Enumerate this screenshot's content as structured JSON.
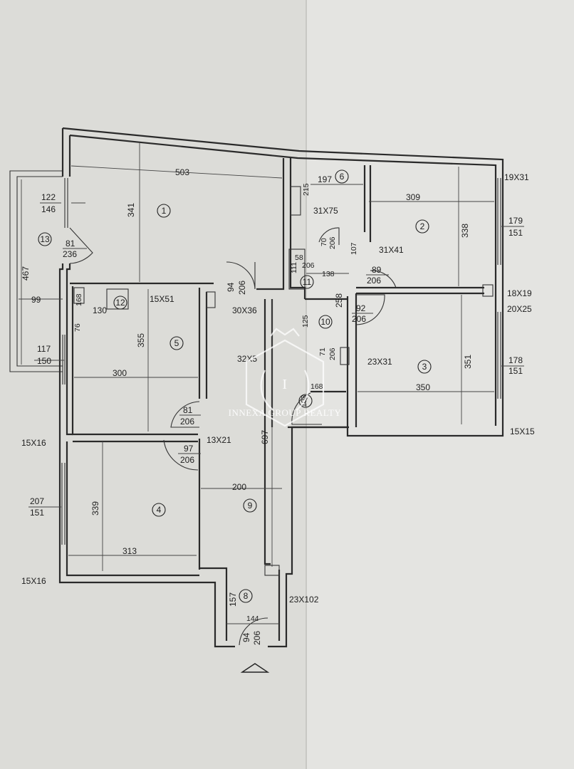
{
  "rooms": [
    "1",
    "2",
    "3",
    "4",
    "5",
    "6",
    "7",
    "8",
    "9",
    "10",
    "11",
    "12",
    "13"
  ],
  "dimensions": {
    "r1_width": "503",
    "r1_height": "341",
    "r2_width": "309",
    "r2_height": "338",
    "r3_width": "350",
    "r3_height": "351",
    "r4_width": "313",
    "r4_height": "339",
    "r5_width": "300",
    "r5_height": "355",
    "r6_width": "197",
    "r6_height": "215",
    "r9_width": "200",
    "r9_height": "697",
    "r10_height": "258",
    "r10_upper": "125",
    "r11_height": "111",
    "r11_a": "58",
    "r11_b": "206",
    "r11_c": "138",
    "r12_width": "130",
    "r12_a": "168",
    "r12_b": "76",
    "r13_height": "467",
    "r13_width": "99",
    "r7_a": "168",
    "r7_b": "103",
    "r8_height": "157",
    "r8_width": "144",
    "d107": "107"
  },
  "doors": {
    "d1": [
      "81",
      "236"
    ],
    "d2": [
      "94",
      "206"
    ],
    "d3": [
      "70",
      "206"
    ],
    "d4": [
      "89",
      "206"
    ],
    "d5": [
      "92",
      "206"
    ],
    "d6": [
      "81",
      "206"
    ],
    "d7": [
      "97",
      "206"
    ],
    "d8": [
      "71",
      "206"
    ],
    "d9": [
      "94",
      "206"
    ]
  },
  "windows": {
    "w1": [
      "122",
      "146"
    ],
    "w2": [
      "117",
      "150"
    ],
    "w3": [
      "179",
      "151"
    ],
    "w4": [
      "178",
      "151"
    ],
    "w5": [
      "207",
      "151"
    ]
  },
  "sections": {
    "s1": "19X31",
    "s2": "31X75",
    "s3": "31X41",
    "s4": "18X19",
    "s5": "20X25",
    "s6": "15X51",
    "s7": "30X36",
    "s8": "32X5",
    "s9": "23X31",
    "s10": "13X21",
    "s11": "15X16",
    "s12": "15X15",
    "s13": "15X16",
    "s14": "23X102"
  },
  "watermark": {
    "brand": "INNEXA GROUP REALTY",
    "monogram": "I"
  }
}
